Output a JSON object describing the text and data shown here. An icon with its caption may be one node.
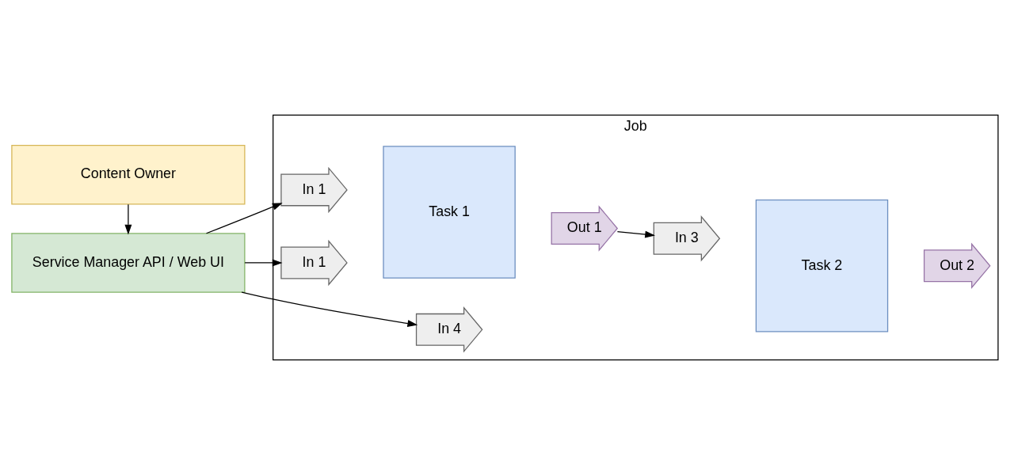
{
  "diagram": {
    "nodes": [
      {
        "text": [
          "Job"
        ]
      },
      {
        "text": [
          "In 1"
        ],
        "in": 0
      },
      {
        "text": [
          "In 1"
        ],
        "in": 0
      },
      {
        "text": [
          "Task 1"
        ],
        "in": 0
      },
      {
        "text": [
          "Out 1"
        ],
        "in": 0
      },
      {
        "text": [
          "In 3"
        ],
        "in": 0
      },
      {
        "text": [
          "In 4"
        ],
        "in": 0
      },
      {
        "text": [
          "Task 2"
        ],
        "in": 0
      },
      {
        "text": [
          "Out 2"
        ],
        "in": 0
      },
      {
        "text": [
          "Service Manager API / Web UI"
        ]
      },
      {
        "text": [
          "Content Owner"
        ]
      }
    ],
    "edges": [
      {
        "from": 9,
        "to": 1,
        "arrow": "to"
      },
      {
        "from": 9,
        "to": 2,
        "arrow": "to"
      },
      {
        "from": 4,
        "to": 5,
        "arrow": "to"
      },
      {
        "from": 9,
        "to": 6,
        "arrow": "to"
      },
      {
        "from": 10,
        "to": 9,
        "arrow": "to"
      }
    ]
  }
}
